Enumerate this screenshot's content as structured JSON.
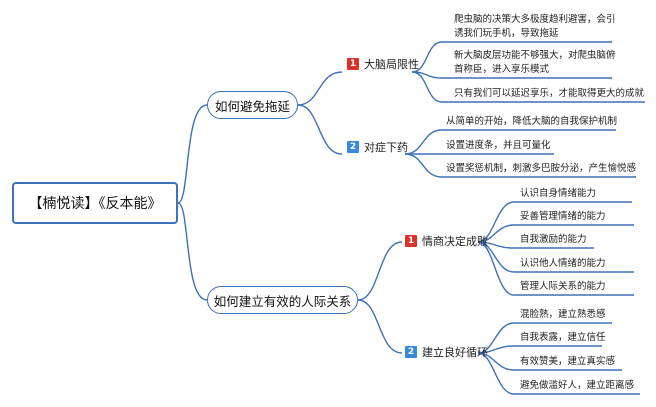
{
  "root": "【楠悦读】《反本能》",
  "branches": [
    {
      "label": "如何避免拖延",
      "subs": [
        {
          "badge": "1",
          "label": "大脑局限性",
          "leaves": [
            "爬虫脑的决策大多极度趋利避害，会引诱我们玩手机，导致拖延",
            "新大脑皮层功能不够强大，对爬虫脑俯首称臣，进入享乐模式",
            "只有我们可以延迟享乐，才能取得更大的成就"
          ]
        },
        {
          "badge": "2",
          "label": "对症下药",
          "leaves": [
            "从简单的开始，降低大脑的自我保护机制",
            "设置进度条，并且可量化",
            "设置奖惩机制，刺激多巴胺分泌，产生愉悦感"
          ]
        }
      ]
    },
    {
      "label": "如何建立有效的人际关系",
      "subs": [
        {
          "badge": "1",
          "label": "情商决定成败",
          "leaves": [
            "认识自身情绪能力",
            "妥善管理情绪的能力",
            "自我激励的能力",
            "认识他人情绪的能力",
            "管理人际关系的能力"
          ]
        },
        {
          "badge": "2",
          "label": "建立良好循环",
          "leaves": [
            "混脸熟，建立熟悉感",
            "自我表露，建立信任",
            "有效赞美，建立真实感",
            "避免做滥好人，建立距离感"
          ]
        }
      ]
    }
  ],
  "colors": {
    "line": "#3d72b8",
    "badge_primary": "#d9322b",
    "badge_secondary": "#3a88d8"
  }
}
